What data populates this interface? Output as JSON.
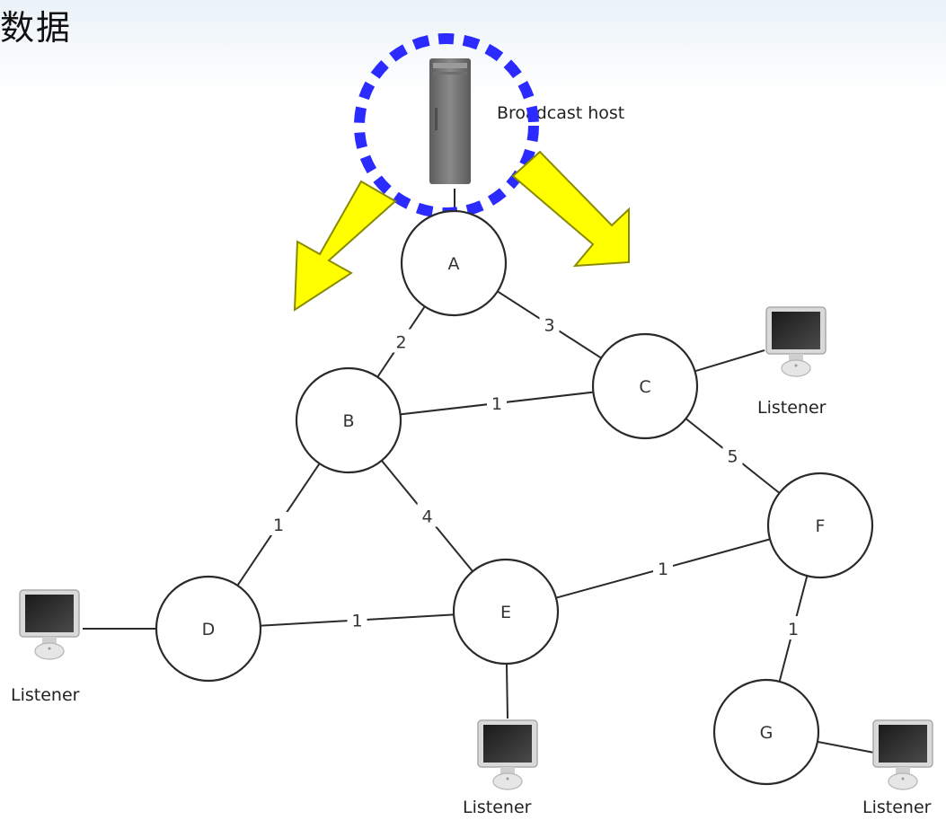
{
  "title": "数据",
  "host_label": "Broadcast host",
  "listener_label": "Listener",
  "nodes": [
    {
      "id": "A",
      "label": "A"
    },
    {
      "id": "B",
      "label": "B"
    },
    {
      "id": "C",
      "label": "C"
    },
    {
      "id": "D",
      "label": "D"
    },
    {
      "id": "E",
      "label": "E"
    },
    {
      "id": "F",
      "label": "F"
    },
    {
      "id": "G",
      "label": "G"
    }
  ],
  "edges": [
    {
      "from": "A",
      "to": "B",
      "weight": "2"
    },
    {
      "from": "A",
      "to": "C",
      "weight": "3"
    },
    {
      "from": "B",
      "to": "C",
      "weight": "1"
    },
    {
      "from": "B",
      "to": "D",
      "weight": "1"
    },
    {
      "from": "B",
      "to": "E",
      "weight": "4"
    },
    {
      "from": "C",
      "to": "F",
      "weight": "5"
    },
    {
      "from": "D",
      "to": "E",
      "weight": "1"
    },
    {
      "from": "E",
      "to": "F",
      "weight": "1"
    },
    {
      "from": "F",
      "to": "G",
      "weight": "1"
    }
  ],
  "listeners_attached_to": [
    "C",
    "D",
    "E",
    "G"
  ],
  "colors": {
    "highlight_ring": "#2b2bff",
    "arrow_fill": "#ffff00",
    "arrow_stroke": "#8a8a00"
  }
}
